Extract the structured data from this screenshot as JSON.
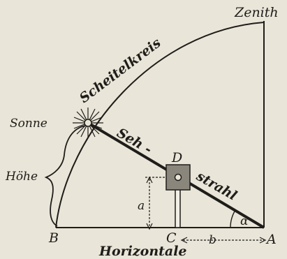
{
  "diagram": {
    "labels": {
      "zenith": "Zenith",
      "scheitelkreis": "Scheitelkreis",
      "sonne": "Sonne",
      "hoehe": "Höhe",
      "seh": "Seh -",
      "d": "D",
      "strahl": "strahl",
      "a_small": "a",
      "alpha": "α",
      "b_point": "B",
      "c_point": "C",
      "b_small": "b",
      "a_point": "A",
      "horizontale": "Horizontale"
    }
  }
}
